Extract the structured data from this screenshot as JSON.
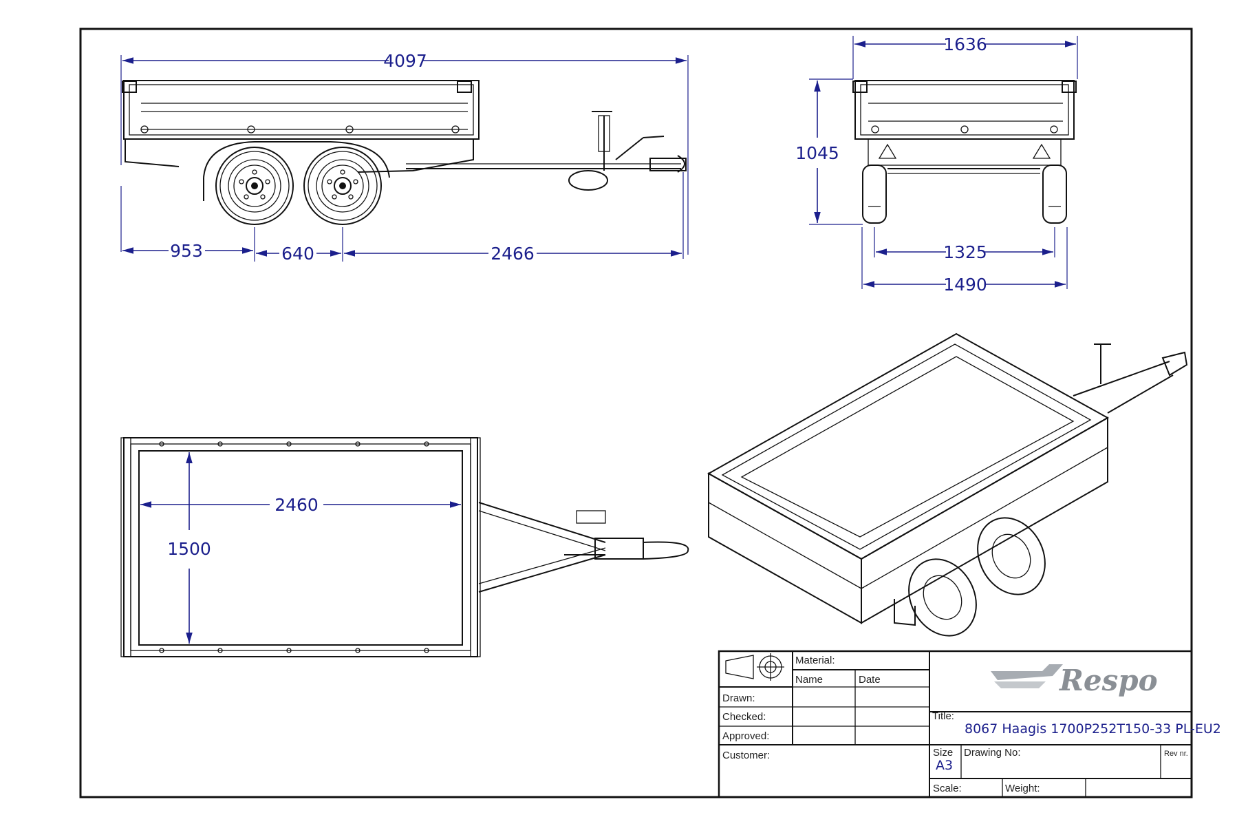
{
  "dimensions": {
    "side_length": "4097",
    "side_front": "953",
    "side_axle_spacing": "640",
    "side_rear": "2466",
    "rear_width": "1636",
    "rear_height": "1045",
    "rear_track": "1325",
    "rear_outer": "1490",
    "top_box_length": "2460",
    "top_box_width": "1500"
  },
  "title_block": {
    "material_label": "Material:",
    "name_label": "Name",
    "date_label": "Date",
    "drawn_label": "Drawn:",
    "checked_label": "Checked:",
    "approved_label": "Approved:",
    "customer_label": "Customer:",
    "title_label": "Title:",
    "title_value": "8067 Haagis 1700P252T150-33 PL-EU2",
    "size_label": "Size",
    "size_value": "A3",
    "drawing_no_label": "Drawing No:",
    "rev_label": "Rev nr.",
    "scale_label": "Scale:",
    "weight_label": "Weight:",
    "logo_text": "Respo"
  },
  "colors": {
    "dimension": "#1b1f8c",
    "line": "#111111",
    "logo": "#8a8f95"
  }
}
